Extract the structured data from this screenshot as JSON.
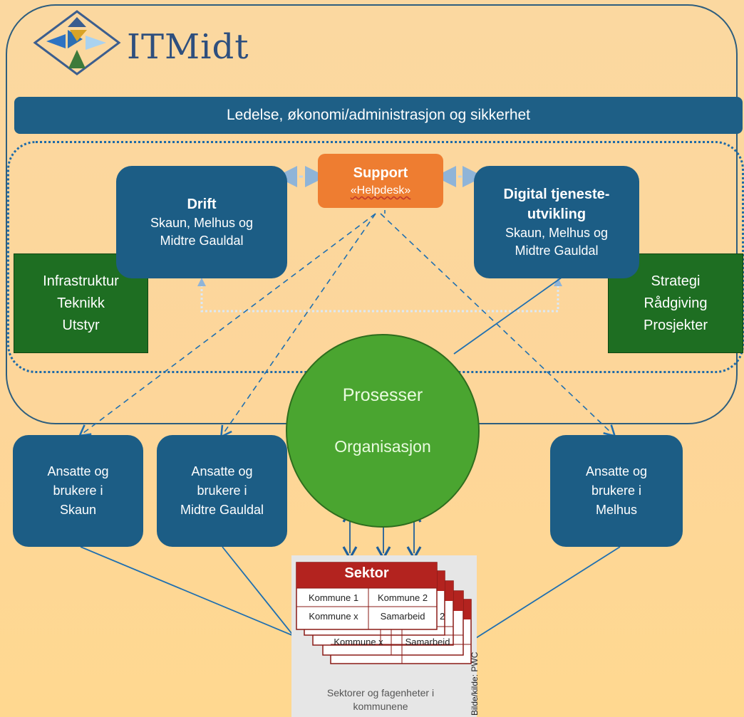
{
  "logo": {
    "title": "ITMidt"
  },
  "banner": {
    "text": "Ledelse, økonomi/administrasjon og sikkerhet"
  },
  "support": {
    "title": "Support",
    "subtitle": "«Helpdesk»"
  },
  "drift": {
    "title": "Drift",
    "line1": "Skaun,  Melhus og",
    "line2": "Midtre Gauldal"
  },
  "digital": {
    "title1": "Digital tjeneste-",
    "title2": "utvikling",
    "line1": "Skaun,  Melhus og",
    "line2": "Midtre Gauldal"
  },
  "infra": {
    "line1": "Infrastruktur",
    "line2": "Teknikk",
    "line3": "Utstyr"
  },
  "strategy": {
    "line1": "Strategi",
    "line2": "Rådgiving",
    "line3": "Prosjekter"
  },
  "circle": {
    "line1": "Prosesser",
    "line2": "Organisasjon"
  },
  "users": [
    {
      "line1": "Ansatte og",
      "line2": "brukere i",
      "line3": "Skaun"
    },
    {
      "line1": "Ansatte og",
      "line2": "brukere i",
      "line3": "Midtre Gauldal"
    },
    {
      "line1": "Ansatte og",
      "line2": "brukere i",
      "line3": "Melhus"
    }
  ],
  "sector": {
    "title": "Sektor",
    "cells": [
      "Kommune  1",
      "Kommune  2",
      "Kommune  x",
      "Samarbeid"
    ],
    "back_cells": [
      "Kommune  x",
      "Samarbeid"
    ],
    "back_digit": "2",
    "caption_line1": "Sektorer og fagenheter i",
    "caption_line2": "kommunene",
    "credit": "Bilde/kilde: PWC"
  },
  "colors": {
    "background": "#fdd69a",
    "dark_blue": "#1c5d85",
    "orange": "#ee7d31",
    "dark_green": "#1e6e22",
    "circle_green": "#4aa530",
    "sector_red": "#b3231f"
  }
}
